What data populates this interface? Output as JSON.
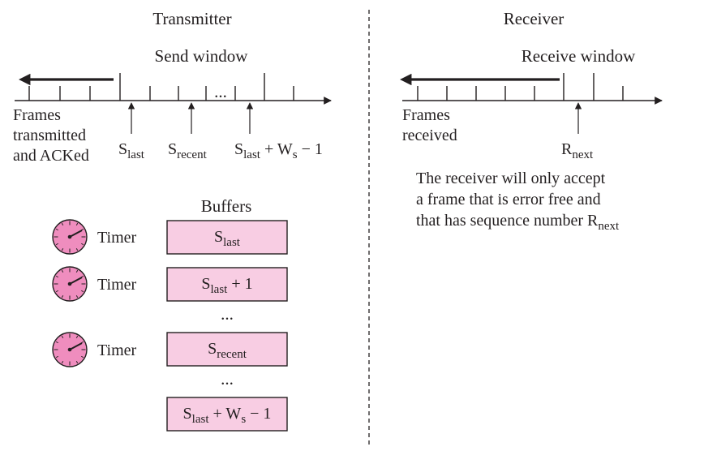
{
  "transmitter": {
    "title": "Transmitter",
    "window_label": "Send window",
    "ellipsis": "...",
    "done_lines": [
      "Frames",
      "transmitted",
      "and ACKed"
    ],
    "pointers": {
      "s_last": {
        "base": "S",
        "sub": "last"
      },
      "s_recent": {
        "base": "S",
        "sub": "recent"
      },
      "s_last_ws": {
        "base": "S",
        "sub": "last",
        "tail_a": " + W",
        "tail_sub": "s",
        "tail_b": " − 1"
      }
    }
  },
  "receiver": {
    "title": "Receiver",
    "window_label": "Receive window",
    "done_lines": [
      "Frames",
      "received"
    ],
    "pointer": {
      "base": "R",
      "sub": "next"
    },
    "note_lines": [
      "The receiver will only accept",
      "a frame that is error free and",
      "that has sequence number R"
    ],
    "note_sub": "next"
  },
  "buffers": {
    "title": "Buffers",
    "timer_label": "Timer",
    "ellipsis": "...",
    "items": [
      {
        "base": "S",
        "sub": "last",
        "tail_a": "",
        "tail_sub": "",
        "tail_b": "",
        "timer": true
      },
      {
        "base": "S",
        "sub": "last",
        "tail_a": " + 1",
        "tail_sub": "",
        "tail_b": "",
        "timer": true
      },
      {
        "base": "S",
        "sub": "recent",
        "tail_a": "",
        "tail_sub": "",
        "tail_b": "",
        "timer": true
      },
      {
        "base": "S",
        "sub": "last",
        "tail_a": " + W",
        "tail_sub": "s",
        "tail_b": " − 1",
        "timer": false
      }
    ]
  },
  "colors": {
    "buffer_fill": "#f8cde3",
    "timer_fill": "#ef8dbe",
    "ink": "#231f20"
  }
}
